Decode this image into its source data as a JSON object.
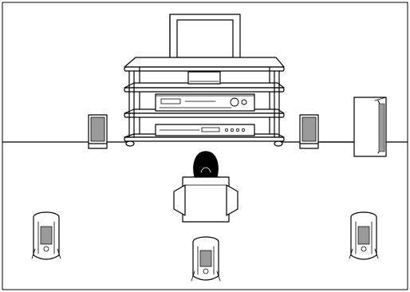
{
  "scene": {
    "description_items": [
      "television",
      "tv-rack",
      "center-speaker",
      "av-receiver",
      "dvd-player",
      "front-left-speaker",
      "front-right-speaker",
      "subwoofer",
      "listener",
      "armchair",
      "surround-left-speaker",
      "surround-right-speaker",
      "surround-back-speaker"
    ]
  },
  "colors": {
    "line": "#000000",
    "speaker_fill": "#9a9a9a",
    "background": "#ffffff",
    "screen": "#ffffff"
  }
}
